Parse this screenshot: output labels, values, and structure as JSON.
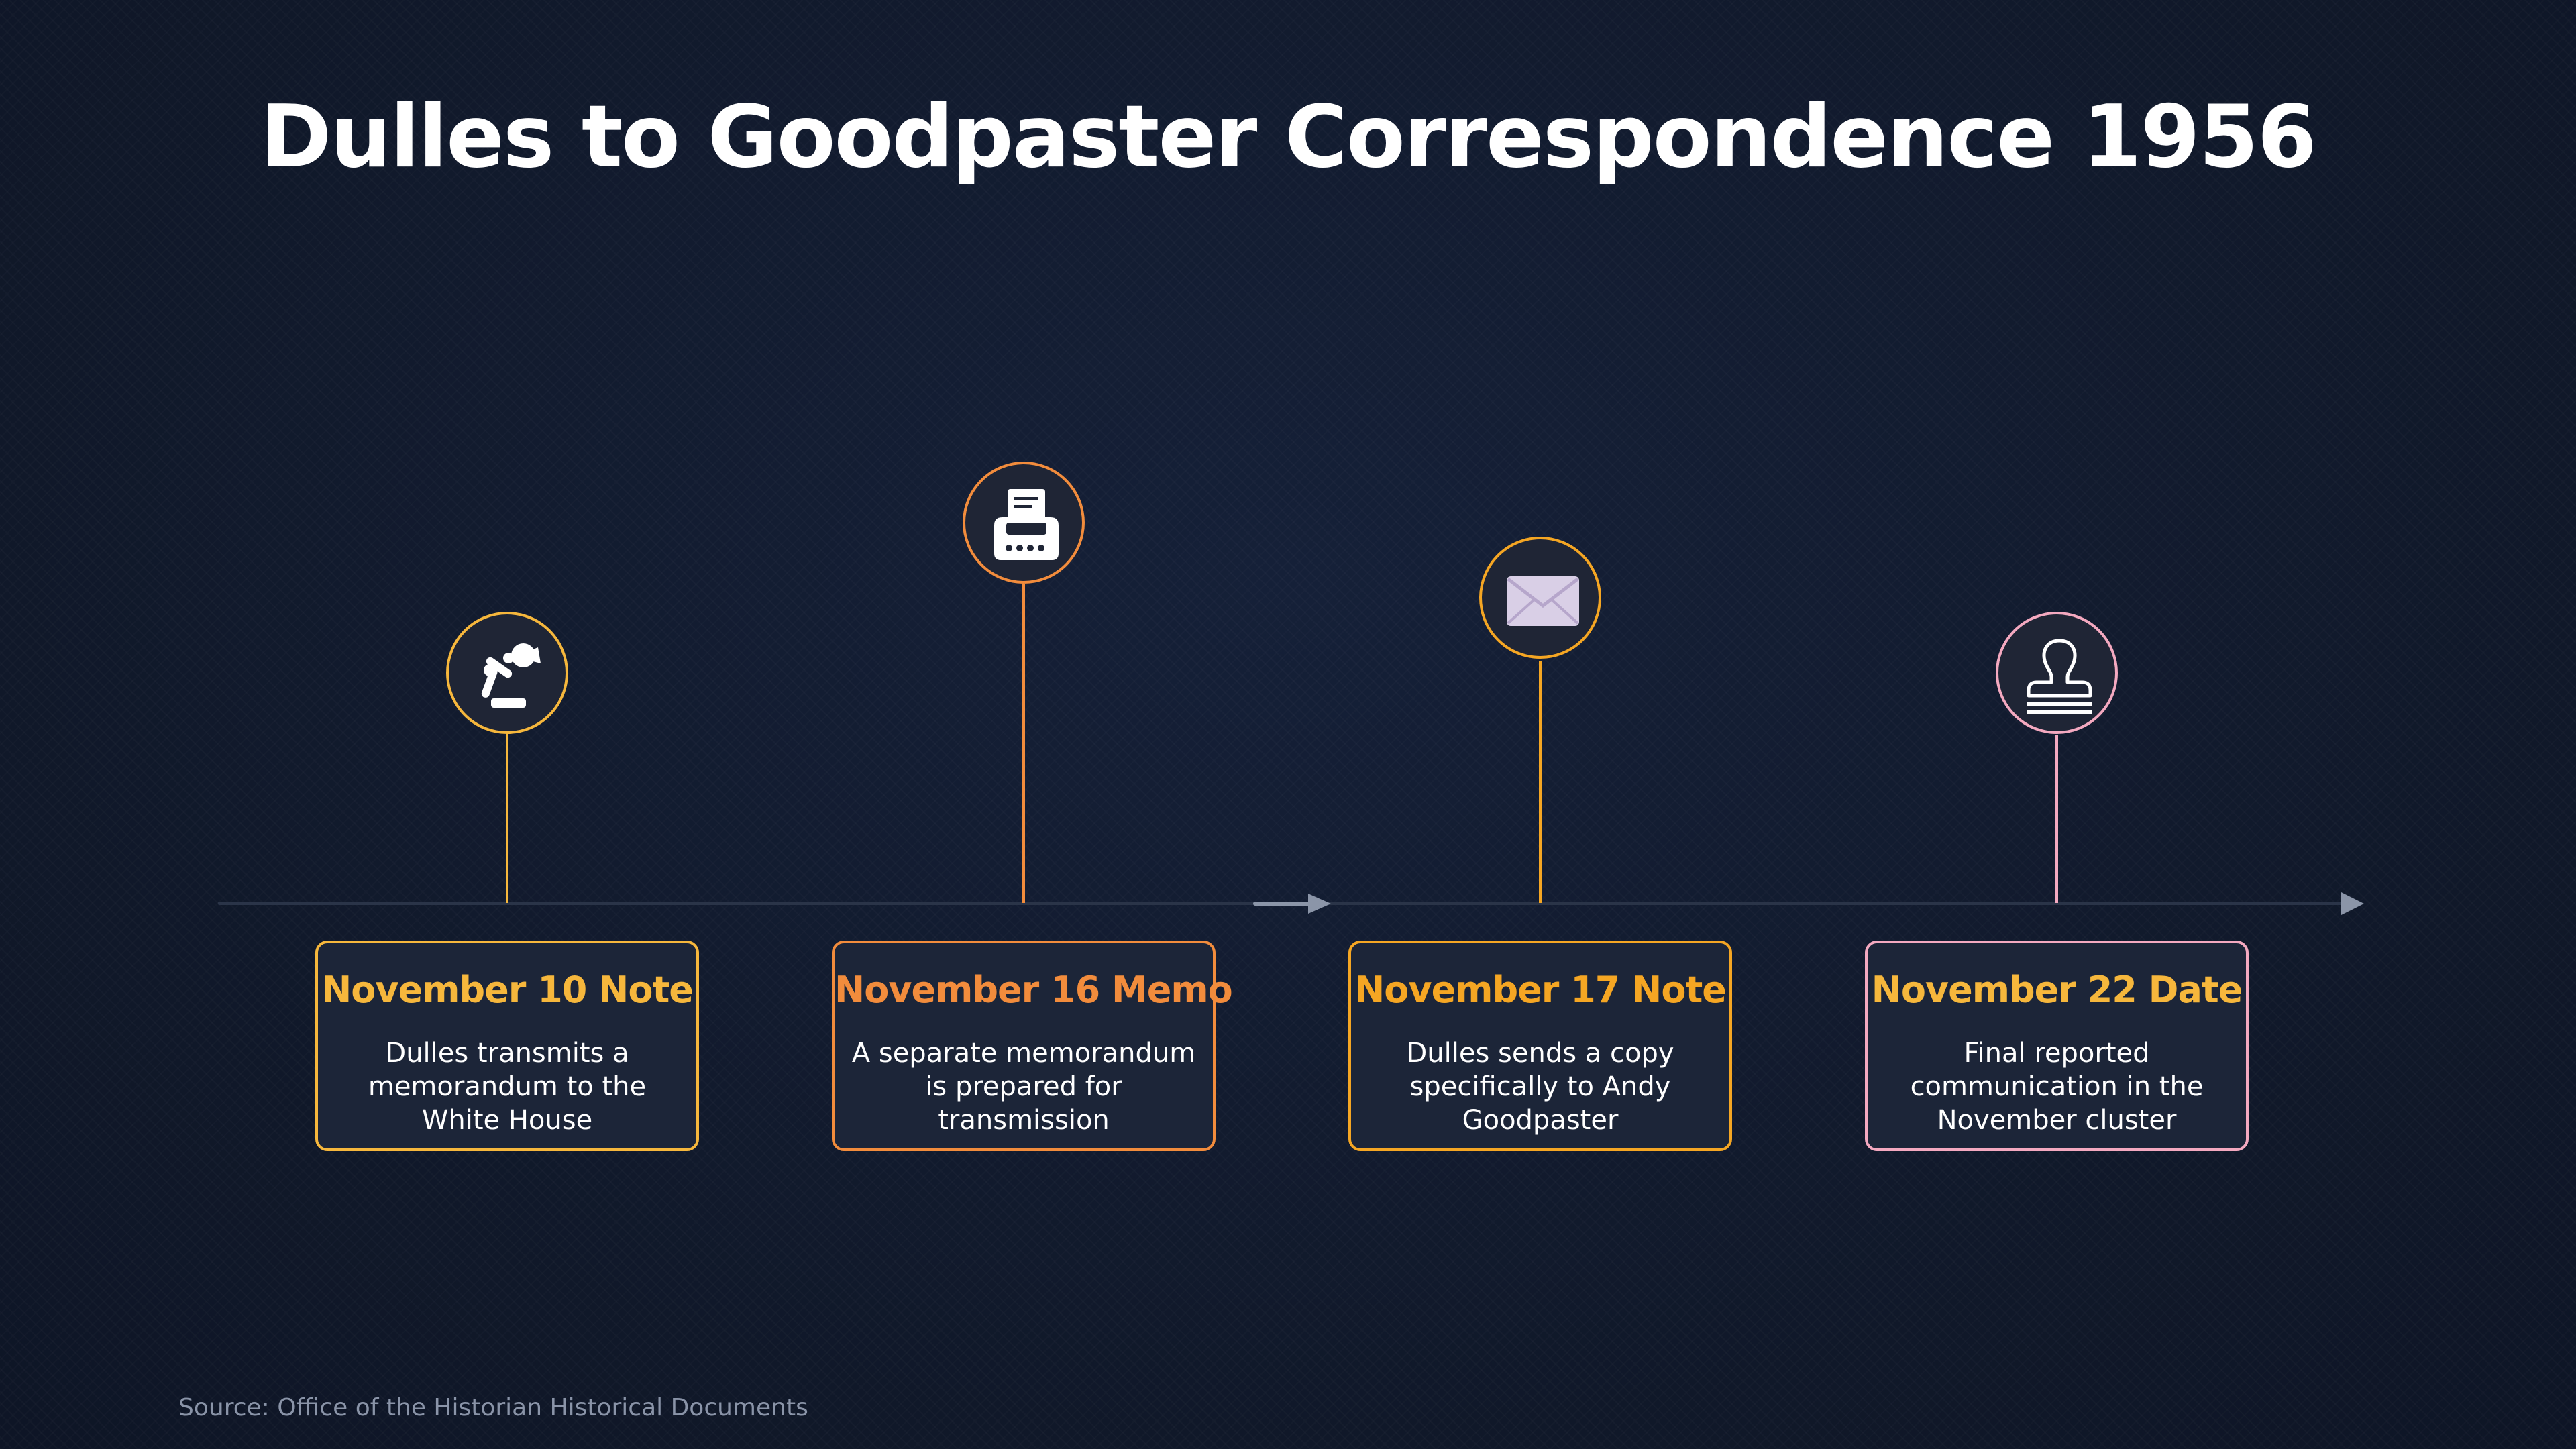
{
  "title": "Dulles to Goodpaster Correspondence 1956",
  "source": "Source: Office of the Historian Historical Documents",
  "colors": {
    "background": "#111a2e",
    "axis": "#2a3448",
    "arrow": "#8b95a8",
    "card_fill": "#1c2538",
    "gold": "#f6b73c",
    "orange": "#f28c3c",
    "amber": "#f5a623",
    "pink": "#f4a9c0"
  },
  "events": [
    {
      "title": "November 10 Note",
      "text": "Dulles transmits a memorandum to the White House",
      "icon": "desk-lamp-icon",
      "accent": "#f6b73c",
      "title_color": "#f6b73c"
    },
    {
      "title": "November 16 Memo",
      "text": "A separate memorandum is prepared for transmission",
      "icon": "typewriter-icon",
      "accent": "#f28c3c",
      "title_color": "#f28c3c"
    },
    {
      "title": "November 17 Note",
      "text": "Dulles sends a copy specifically to Andy Goodpaster",
      "icon": "envelope-icon",
      "accent": "#f5a623",
      "title_color": "#f5a623"
    },
    {
      "title": "November 22 Date",
      "text": "Final reported communication in the November cluster",
      "icon": "stamp-icon",
      "accent": "#f4a9c0",
      "title_color": "#f6b73c"
    }
  ]
}
